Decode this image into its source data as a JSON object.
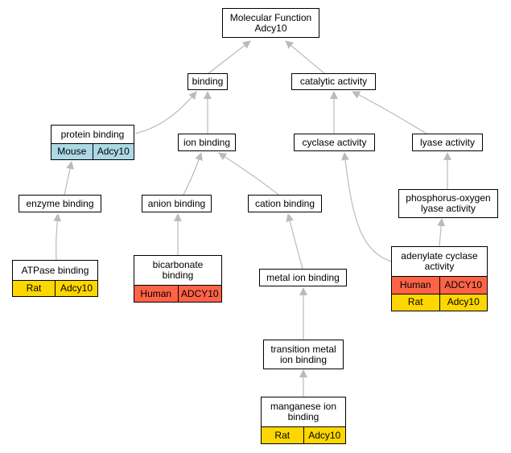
{
  "colors": {
    "mouse": "#add8e6",
    "rat": "#ffd700",
    "human": "#ff6347",
    "edge": "#bbbbbb",
    "border": "#000000"
  },
  "nodes": {
    "mf": {
      "label": "Molecular Function\nAdcy10"
    },
    "binding": {
      "label": "binding"
    },
    "catalytic": {
      "label": "catalytic activity"
    },
    "protein_binding": {
      "label": "protein binding",
      "species": "Mouse",
      "gene": "Adcy10"
    },
    "ion_binding": {
      "label": "ion binding"
    },
    "cyclase": {
      "label": "cyclase activity"
    },
    "lyase": {
      "label": "lyase activity"
    },
    "enzyme_binding": {
      "label": "enzyme binding"
    },
    "anion_binding": {
      "label": "anion binding"
    },
    "cation_binding": {
      "label": "cation binding"
    },
    "po_lyase": {
      "label": "phosphorus-oxygen\nlyase activity"
    },
    "atpase_binding": {
      "label": "ATPase binding",
      "species": "Rat",
      "gene": "Adcy10"
    },
    "bicarbonate_binding": {
      "label": "bicarbonate\nbinding",
      "species": "Human",
      "gene": "ADCY10"
    },
    "metal_ion_binding": {
      "label": "metal ion binding"
    },
    "adenylate_cyclase": {
      "label": "adenylate cyclase\nactivity",
      "rows": [
        {
          "species": "Human",
          "gene": "ADCY10"
        },
        {
          "species": "Rat",
          "gene": "Adcy10"
        }
      ]
    },
    "transition_metal": {
      "label": "transition metal\nion binding"
    },
    "manganese": {
      "label": "manganese ion\nbinding",
      "species": "Rat",
      "gene": "Adcy10"
    }
  }
}
